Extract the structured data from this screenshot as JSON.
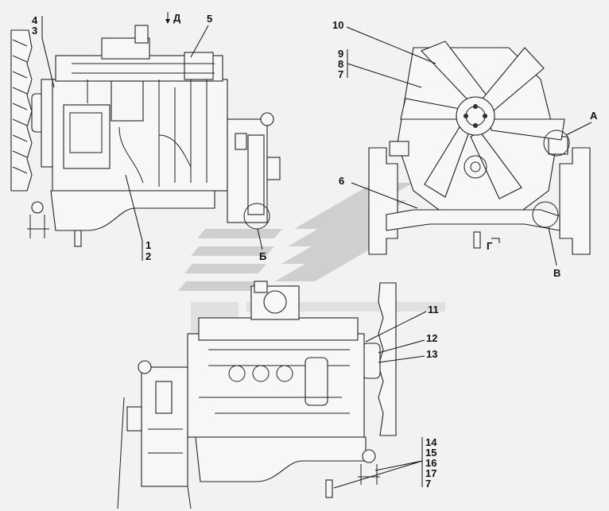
{
  "labels": {
    "l4": "4",
    "l3": "3",
    "lD": "Д",
    "l5": "5",
    "l1": "1",
    "l2": "2",
    "lB_cyr": "Б",
    "l10": "10",
    "l9": "9",
    "l8": "8",
    "l7a": "7",
    "lA": "А",
    "l6": "6",
    "lG": "Г",
    "lV": "В",
    "l11": "11",
    "l12": "12",
    "l13": "13",
    "l14": "14",
    "l15": "15",
    "l16": "16",
    "l17": "17",
    "l7b": "7"
  },
  "colors": {
    "line": "#111111",
    "paper": "#f2f2f0",
    "watermark": "#c9c9c9"
  },
  "icons": {
    "watermark": "stripe-logo-watermark",
    "fan": "fan-icon",
    "arrow": "view-arrow-icon"
  }
}
